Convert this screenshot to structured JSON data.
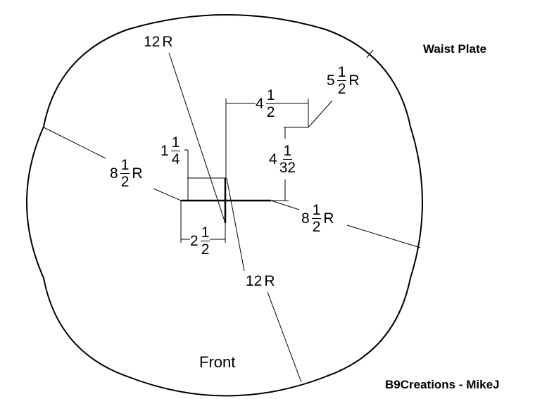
{
  "title": "Waist Plate",
  "credit": "B9Creations - MikeJ",
  "front_label": "Front",
  "dimensions": {
    "r12_top": {
      "whole": "12",
      "unit": "R"
    },
    "r12_bottom": {
      "whole": "12",
      "unit": "R"
    },
    "r8_left": {
      "whole": "8",
      "num": "1",
      "den": "2",
      "unit": "R"
    },
    "r8_right": {
      "whole": "8",
      "num": "1",
      "den": "2",
      "unit": "R"
    },
    "r5": {
      "whole": "5",
      "num": "1",
      "den": "2",
      "unit": "R"
    },
    "w4_half": {
      "whole": "4",
      "num": "1",
      "den": "2"
    },
    "h1_quarter": {
      "whole": "1",
      "num": "1",
      "den": "4"
    },
    "h4_32": {
      "whole": "4",
      "num": "1",
      "den": "32"
    },
    "w2_half": {
      "whole": "2",
      "num": "1",
      "den": "2"
    }
  }
}
